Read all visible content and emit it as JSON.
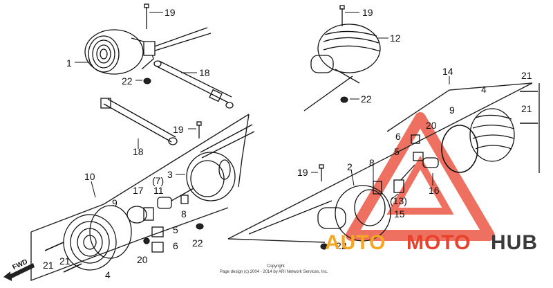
{
  "labels": [
    {
      "id": "p19a",
      "text": "19"
    },
    {
      "id": "p1",
      "text": "1"
    },
    {
      "id": "p18a",
      "text": "18"
    },
    {
      "id": "p22a",
      "text": "22"
    },
    {
      "id": "p19b",
      "text": "19"
    },
    {
      "id": "p18b",
      "text": "18"
    },
    {
      "id": "p10",
      "text": "10"
    },
    {
      "id": "p3",
      "text": "3"
    },
    {
      "id": "p7",
      "text": "(7)"
    },
    {
      "id": "p11",
      "text": "11"
    },
    {
      "id": "p17",
      "text": "17"
    },
    {
      "id": "p9a",
      "text": "9"
    },
    {
      "id": "p8a",
      "text": "8"
    },
    {
      "id": "p5a",
      "text": "5"
    },
    {
      "id": "p6a",
      "text": "6"
    },
    {
      "id": "p22b",
      "text": "22"
    },
    {
      "id": "p20a",
      "text": "20"
    },
    {
      "id": "p21a",
      "text": "21"
    },
    {
      "id": "p21b",
      "text": "21"
    },
    {
      "id": "p4a",
      "text": "4"
    },
    {
      "id": "p19c",
      "text": "19"
    },
    {
      "id": "p12",
      "text": "12"
    },
    {
      "id": "p22c",
      "text": "22"
    },
    {
      "id": "p14",
      "text": "14"
    },
    {
      "id": "p4b",
      "text": "4"
    },
    {
      "id": "p21c",
      "text": "21"
    },
    {
      "id": "p21d",
      "text": "21"
    },
    {
      "id": "p9b",
      "text": "9"
    },
    {
      "id": "p20b",
      "text": "20"
    },
    {
      "id": "p6b",
      "text": "6"
    },
    {
      "id": "p5b",
      "text": "5"
    },
    {
      "id": "p19d",
      "text": "19"
    },
    {
      "id": "p2",
      "text": "2"
    },
    {
      "id": "p8b",
      "text": "8"
    },
    {
      "id": "p13",
      "text": "(13)"
    },
    {
      "id": "p16",
      "text": "16"
    },
    {
      "id": "p15",
      "text": "15"
    },
    {
      "id": "p22d",
      "text": "22"
    }
  ],
  "fwd_label": "FWD",
  "copyright": {
    "line1": "Copyright",
    "line2": "Page design (c) 2004 - 2014 by ARI Network Services, Inc."
  },
  "watermark": {
    "part1": "AUTO",
    "part2": "MOTO",
    "part3": "HUB",
    "color_orange": "#f5a623",
    "color_red": "#e8412c",
    "color_dark": "#3a3a3a"
  }
}
